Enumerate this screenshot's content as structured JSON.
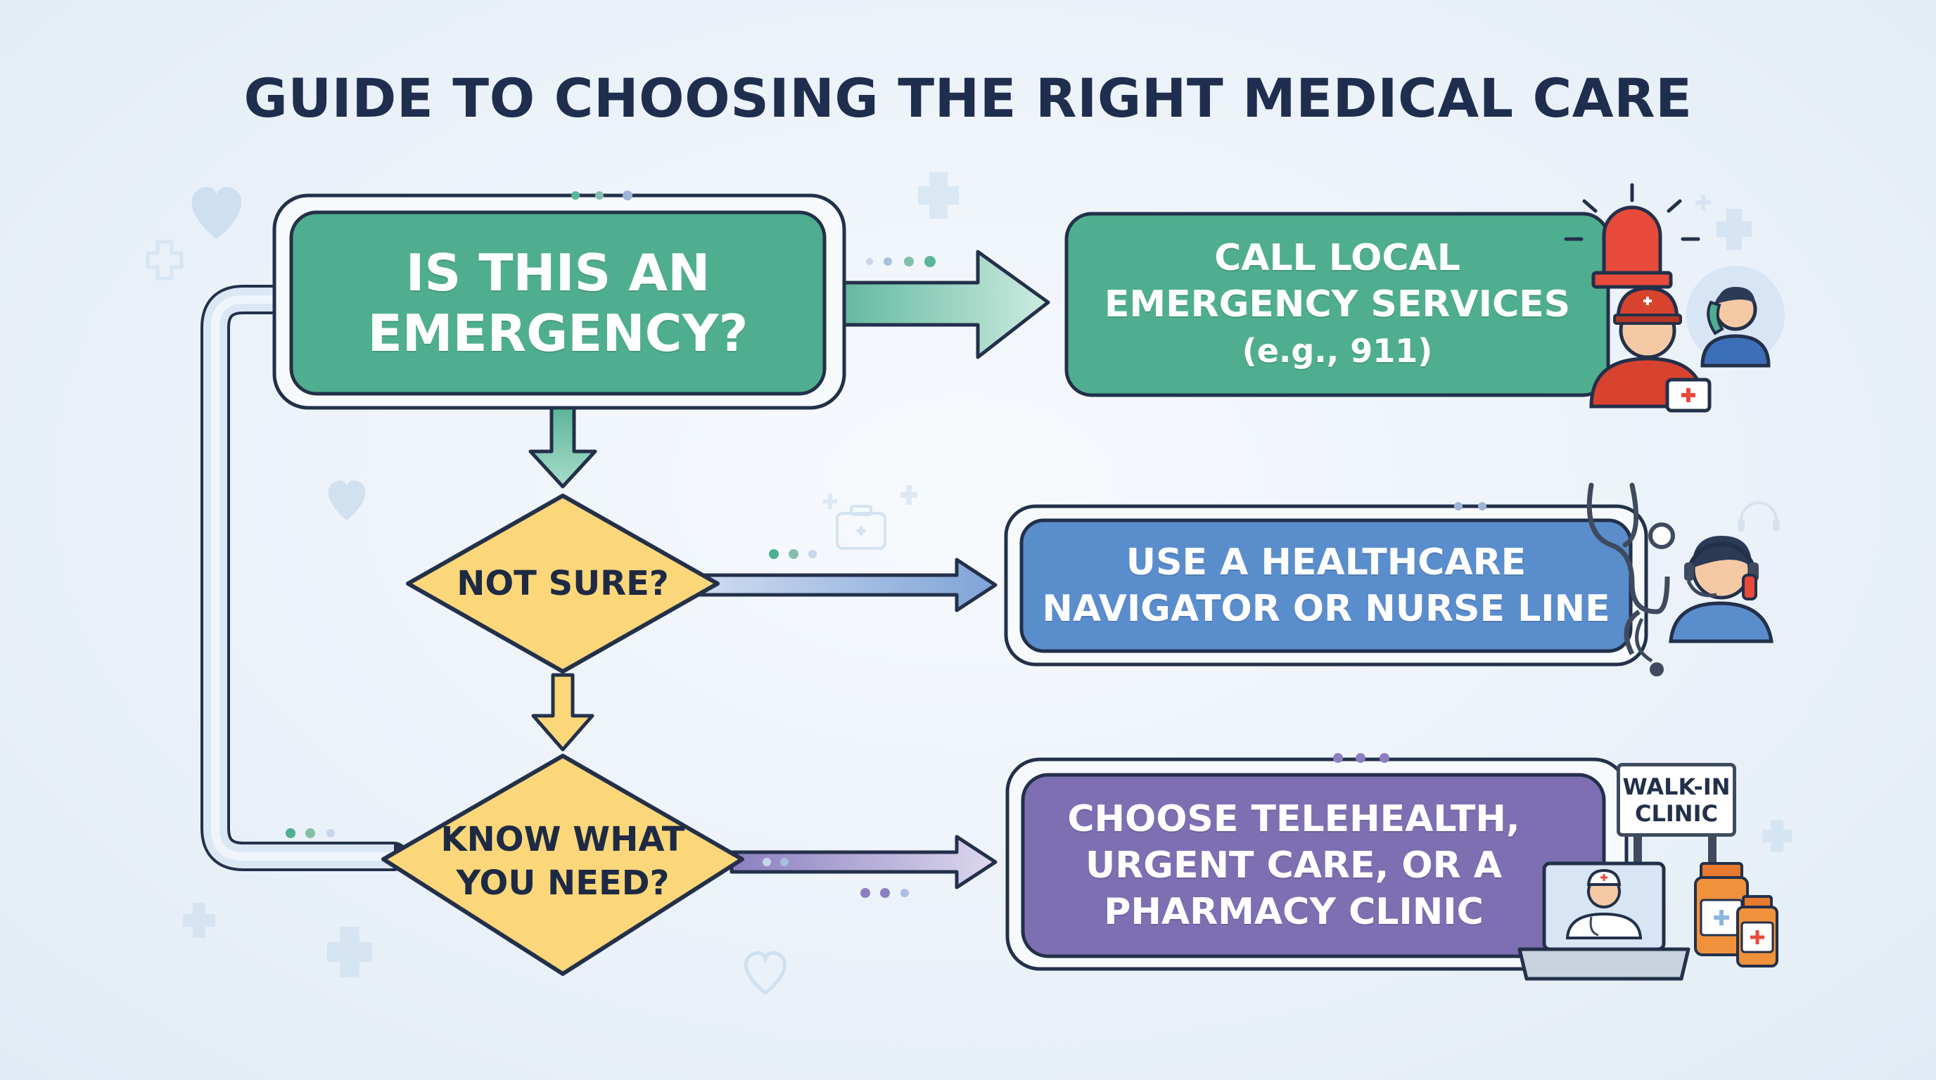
{
  "title": "GUIDE TO CHOOSING THE RIGHT MEDICAL CARE",
  "nodes": {
    "emergency_question": {
      "line1": "IS THIS AN",
      "line2": "EMERGENCY?"
    },
    "not_sure": {
      "line1": "NOT SURE?"
    },
    "know_need": {
      "line1": "KNOW WHAT",
      "line2": "YOU NEED?"
    },
    "call_emergency": {
      "line1": "CALL LOCAL",
      "line2": "EMERGENCY SERVICES",
      "line3": "(e.g., 911)"
    },
    "nurse_line": {
      "line1": "USE A HEALTHCARE",
      "line2": "NAVIGATOR OR NURSE LINE"
    },
    "telehealth": {
      "line1": "CHOOSE TELEHEALTH,",
      "line2": "URGENT CARE, OR A",
      "line3": "PHARMACY CLINIC"
    }
  },
  "sign": {
    "line1": "WALK-IN",
    "line2": "CLINIC"
  },
  "colors": {
    "green": "#4fae8f",
    "blue": "#5a8dcc",
    "purple": "#7e6fb2",
    "yellow": "#fbd77a",
    "outline": "#23304a",
    "title": "#1f2e4e"
  }
}
